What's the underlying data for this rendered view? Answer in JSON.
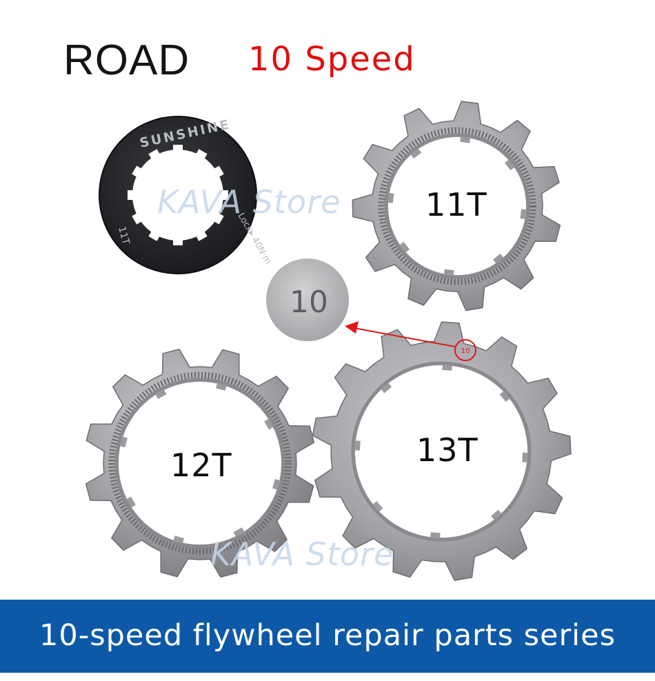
{
  "header": {
    "category": "ROAD",
    "speed": "10 Speed"
  },
  "watermark": {
    "text": "KAVA Store"
  },
  "lockring": {
    "brand": "SUNSHINE",
    "teeth_mark": "11T",
    "torque_mark": "Lock▸ 40N·m"
  },
  "zoom_badge": {
    "text": "10"
  },
  "gears": {
    "g11": {
      "label": "11T"
    },
    "g12": {
      "label": "12T"
    },
    "g13": {
      "label": "13T"
    }
  },
  "banner": {
    "text": "10-speed flywheel repair parts series"
  },
  "colors": {
    "speed_text": "#e00d0d",
    "banner_bg": "#0d59a8",
    "banner_text": "#ffffff",
    "watermark": "#c6d7ea",
    "pointer": "#e01818",
    "cog_metal": "#a9a9ad",
    "lockring_black": "#1d1f22"
  }
}
